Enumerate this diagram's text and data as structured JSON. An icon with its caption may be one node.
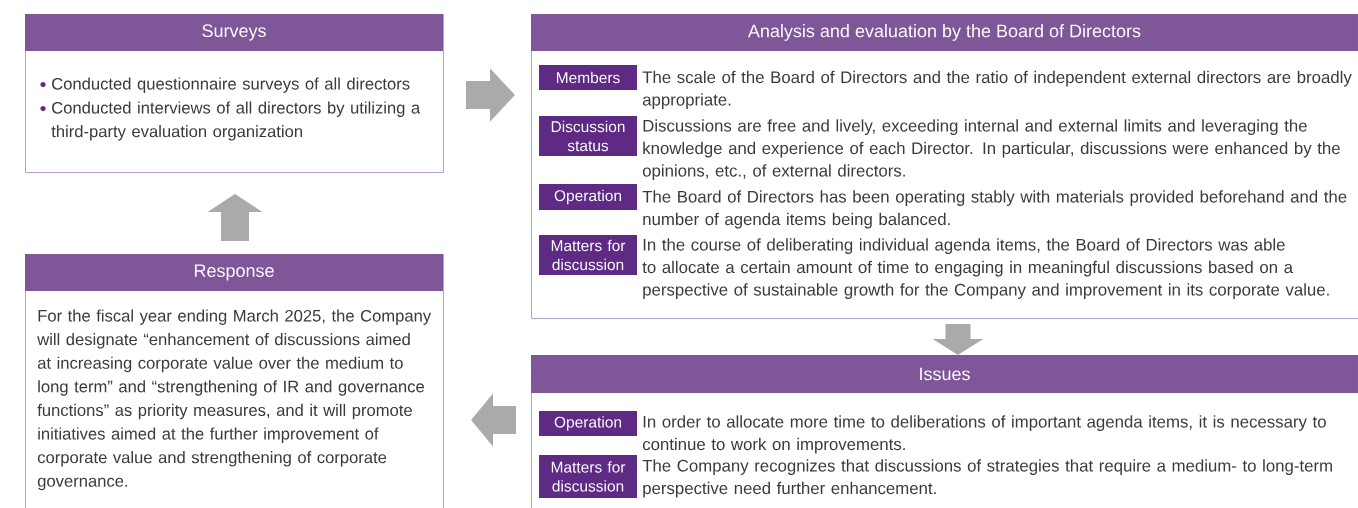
{
  "diagram": {
    "nodes": [
      {
        "text": [
          "Surveys",
          "Conducted questionnaire surveys of all directors",
          "Conducted interviews of all directors by utilizing a third-party evaluation organization"
        ]
      },
      {
        "text": [
          "Analysis and evaluation by the Board of Directors"
        ]
      },
      {
        "text": [
          "Members"
        ],
        "in": 1,
        "beside": [
          "The scale of the Board of Directors and the ratio of independent external directors are broadly appropriate."
        ]
      },
      {
        "text": [
          "Discussion status"
        ],
        "in": 1,
        "beside": [
          "Discussions are free and lively, exceeding internal and external limits and leveraging the knowledge and experience of each Director. In particular, discussions were enhanced by the opinions, etc., of external directors."
        ]
      },
      {
        "text": [
          "Operation"
        ],
        "in": 1,
        "beside": [
          "The Board of Directors has been operating stably with materials provided beforehand and the number of agenda items being balanced."
        ]
      },
      {
        "text": [
          "Matters for discussion"
        ],
        "in": 1,
        "beside": [
          "In the course of deliberating individual agenda items, the Board of Directors was able to allocate a certain amount of time to engaging in meaningful discussions based on a perspective of sustainable growth for the Company and improvement in its corporate value."
        ]
      },
      {
        "text": [
          "Issues"
        ]
      },
      {
        "text": [
          "Operation"
        ],
        "in": 6,
        "beside": [
          "In order to allocate more time to deliberations of important agenda items, it is necessary to continue to work on improvements."
        ]
      },
      {
        "text": [
          "Matters for discussion"
        ],
        "in": 6,
        "beside": [
          "The Company recognizes that discussions of strategies that require a medium- to long-term perspective need further enhancement."
        ]
      },
      {
        "text": [
          "Response",
          "For the fiscal year ending March 2025, the Company will designate “enhancement of discussions aimed at increasing corporate value over the medium to long term” and “strengthening of IR and governance functions” as priority measures, and it will promote initiatives aimed at the further improvement of corporate value and strengthening of corporate governance."
        ]
      }
    ],
    "edges": [
      {
        "from": 0,
        "to": 1,
        "arrow": "to"
      },
      {
        "from": 1,
        "to": 6,
        "arrow": "to"
      },
      {
        "from": 6,
        "to": 9,
        "arrow": "to"
      },
      {
        "from": 9,
        "to": 0,
        "arrow": "to"
      }
    ]
  }
}
